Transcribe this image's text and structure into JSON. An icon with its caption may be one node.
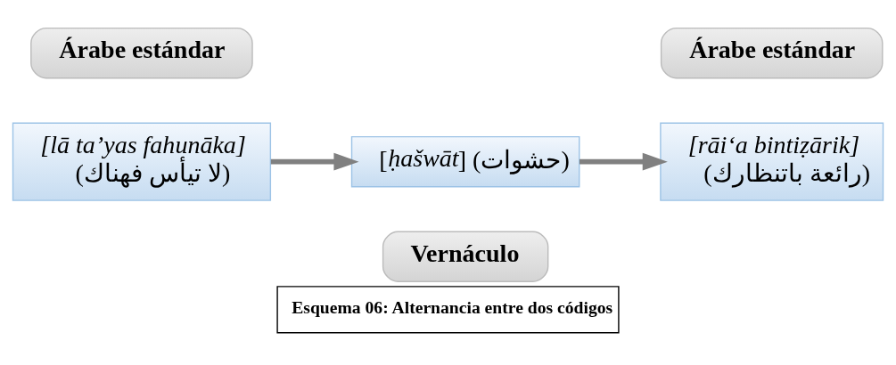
{
  "diagram": {
    "caption": "Esquema 06: Alternancia entre dos códigos",
    "nodes": [
      {
        "text": [
          "Árabe estándar"
        ]
      },
      {
        "text": [
          "*[lā ta’yas fahunāka]*",
          "(لا تيأس فهناك)"
        ]
      },
      {
        "text": [
          "[*ḥašwāt*] (حشوات)"
        ]
      },
      {
        "text": [
          "Árabe estándar"
        ]
      },
      {
        "text": [
          "*[rāi‘a bintiẓārik]*",
          "(رائعة باتنظارك)"
        ]
      },
      {
        "text": [
          "Vernáculo"
        ]
      }
    ],
    "edges": [
      {
        "from": 1,
        "to": 2,
        "arrow": "to"
      },
      {
        "from": 2,
        "to": 4,
        "arrow": "to"
      }
    ]
  }
}
